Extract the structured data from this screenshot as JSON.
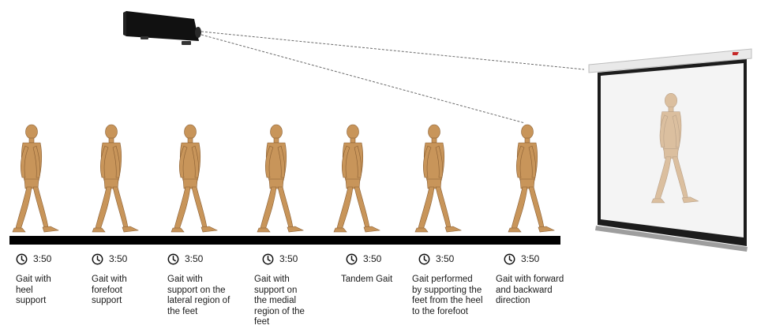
{
  "colors": {
    "figure": "#c8955a",
    "figure_shadow": "#8a5f33",
    "track": "#000000",
    "projector": "#111111",
    "screen_case": "#e9e9e9",
    "screen_surface": "#f4f4f4",
    "screen_frame": "#1c1c1c",
    "beam": "#6b6b6b"
  },
  "icons": {
    "clock": "clock-icon",
    "projector": "projector-icon",
    "screen": "projection-screen-icon",
    "figure": "walking-figure-icon"
  },
  "gaits": [
    {
      "time": "3:50",
      "label": "Gait with heel support"
    },
    {
      "time": "3:50",
      "label": "Gait with forefoot support"
    },
    {
      "time": "3:50",
      "label": "Gait with support on the lateral region of the feet"
    },
    {
      "time": "3:50",
      "label": "Gait with support on the medial region of the feet"
    },
    {
      "time": "3:50",
      "label": "Tandem Gait"
    },
    {
      "time": "3:50",
      "label": "Gait performed by supporting the feet from the heel to the forefoot"
    },
    {
      "time": "3:50",
      "label": "Gait with forward and backward direction"
    }
  ]
}
